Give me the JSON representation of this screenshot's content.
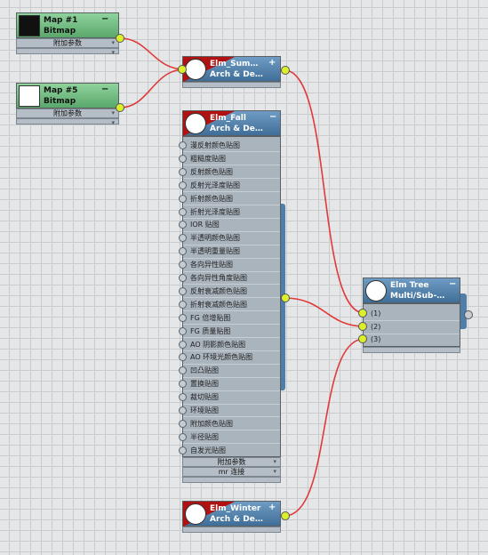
{
  "icons": {
    "plus": "plus-icon",
    "minus": "minus-icon",
    "arrow": "arrow-down-icon"
  },
  "colors": {
    "wire": "#e03a3a",
    "port": "#dcf02a",
    "bitmap_header": "#6cb87c",
    "material_header": "#4a7aa4"
  },
  "nodes": {
    "map1": {
      "title1": "Map #1",
      "title2": "Bitmap",
      "footer": "附加参数",
      "collapse": "−"
    },
    "map5": {
      "title1": "Map #5",
      "title2": "Bitmap",
      "footer": "附加参数",
      "collapse": "−"
    },
    "elm_summer": {
      "title1": "Elm_Sum…",
      "title2": "Arch & De…",
      "expand": "+"
    },
    "elm_fall": {
      "title1": "Elm_Fall",
      "title2": "Arch & De…",
      "collapse": "−",
      "slots": [
        "漫反射颜色贴图",
        "粗糙度贴图",
        "反射颜色贴图",
        "反射光泽度贴图",
        "折射颜色贴图",
        "折射光泽度贴图",
        "IOR 贴图",
        "半透明颜色贴图",
        "半透明重量贴图",
        "各向异性贴图",
        "各向异性角度贴图",
        "反射衰减颜色贴图",
        "折射衰减颜色贴图",
        "FG 倍增贴图",
        "FG 质量贴图",
        "AO 阴影颜色贴图",
        "AO 环境光颜色贴图",
        "凹凸贴图",
        "置换贴图",
        "裁切贴图",
        "环境贴图",
        "附加颜色贴图",
        "半径贴图",
        "自发光贴图"
      ],
      "footer1": "附加参数",
      "footer2": "mr 连接"
    },
    "elm_winter": {
      "title1": "Elm_Winter",
      "title2": "Arch & De…",
      "expand": "+"
    },
    "elm_tree": {
      "title1": "Elm Tree",
      "title2": "Multi/Sub-…",
      "collapse": "−",
      "slots": [
        "(1)",
        "(2)",
        "(3)"
      ]
    }
  }
}
